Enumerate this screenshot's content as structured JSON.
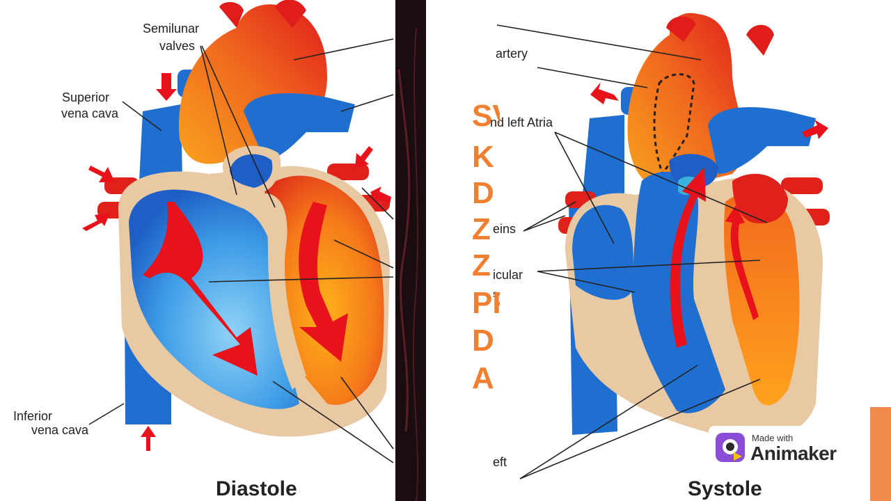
{
  "colors": {
    "blood_blue": "#1f6fd1",
    "blood_red": "#e0211b",
    "orange": "#f58a1f",
    "wall": "#e8c9a3",
    "arrow": "#e8121b",
    "letters": "#f07f2f",
    "strip": "#1a0d0f"
  },
  "left_diagram": {
    "title": "Diastole",
    "labels": {
      "semilunar": [
        "Semilunar",
        "valves"
      ],
      "superior": [
        "Superior",
        "vena cava"
      ],
      "inferior": [
        "Inferior",
        "vena cava"
      ]
    }
  },
  "right_diagram": {
    "title": "Systole",
    "labels": {
      "artery": "artery",
      "atria": "nd left Atria",
      "veins": "eins",
      "ventricular": "icular",
      "ventricular_sub": "s",
      "left": "eft"
    }
  },
  "overlay_letters": [
    "SV",
    "K",
    "D",
    "Z",
    "Z",
    "PF",
    "D",
    "A"
  ],
  "badge": {
    "small": "Made with",
    "big": "Animaker",
    "icon": "animaker-logo-icon"
  }
}
